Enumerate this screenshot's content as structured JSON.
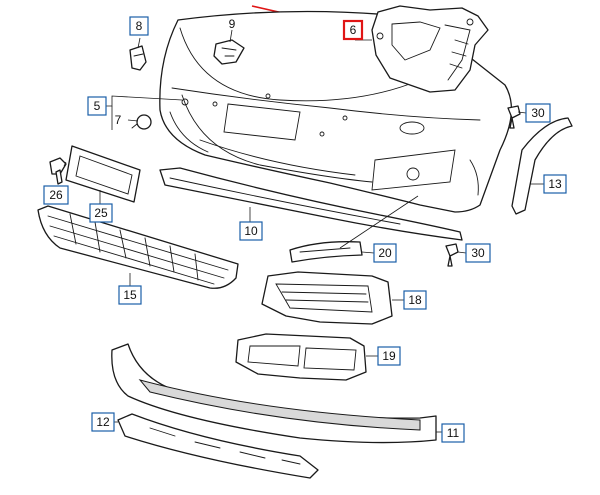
{
  "diagram": {
    "callouts": [
      {
        "id": "c6",
        "label": "6",
        "highlighted": true
      },
      {
        "id": "c8",
        "label": "8",
        "highlighted": false
      },
      {
        "id": "c9",
        "label": "9",
        "highlighted": false
      },
      {
        "id": "c5",
        "label": "5",
        "highlighted": false
      },
      {
        "id": "c7",
        "label": "7",
        "highlighted": false
      },
      {
        "id": "c30a",
        "label": "30",
        "highlighted": false
      },
      {
        "id": "c13",
        "label": "13",
        "highlighted": false
      },
      {
        "id": "c26",
        "label": "26",
        "highlighted": false
      },
      {
        "id": "c25",
        "label": "25",
        "highlighted": false
      },
      {
        "id": "c10",
        "label": "10",
        "highlighted": false
      },
      {
        "id": "c20",
        "label": "20",
        "highlighted": false
      },
      {
        "id": "c30b",
        "label": "30",
        "highlighted": false
      },
      {
        "id": "c15",
        "label": "15",
        "highlighted": false
      },
      {
        "id": "c18",
        "label": "18",
        "highlighted": false
      },
      {
        "id": "c19",
        "label": "19",
        "highlighted": false
      },
      {
        "id": "c12",
        "label": "12",
        "highlighted": false
      },
      {
        "id": "c11",
        "label": "11",
        "highlighted": false
      }
    ],
    "colors": {
      "callout_border": "#1a5fa8",
      "highlight": "#e01515",
      "line": "#1a1a1a"
    }
  }
}
